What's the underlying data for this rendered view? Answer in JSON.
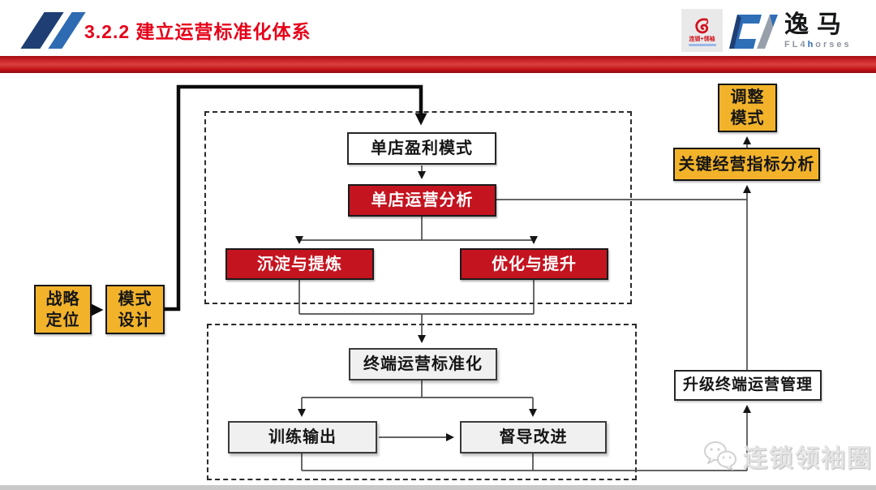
{
  "header": {
    "title": "3.2.2 建立运营标准化体系",
    "logo_small_text": "连锁+领袖",
    "logo_yima_name": "逸马",
    "logo_yima_sub_gray1": "FL4",
    "logo_yima_sub_blue": "h",
    "logo_yima_sub_gray2": "orses"
  },
  "colors": {
    "title_red": "#e60018",
    "bar_red": "#c01218",
    "node_yellow": "#f2b32b",
    "node_red": "#c41420",
    "node_gray": "#f0f0f0",
    "logo_blue_dark": "#1f3f74",
    "logo_blue": "#2e6bb2"
  },
  "nodes": {
    "strategy": {
      "label": "战略\n定位"
    },
    "design": {
      "label": "模式\n设计"
    },
    "profit": {
      "label": "单店盈利模式"
    },
    "analysis": {
      "label": "单店运营分析"
    },
    "distill": {
      "label": "沉淀与提炼"
    },
    "optimize": {
      "label": "优化与提升"
    },
    "standard": {
      "label": "终端运营标准化"
    },
    "training": {
      "label": "训练输出"
    },
    "supervise": {
      "label": "督导改进"
    },
    "adjust": {
      "label": "调整\n模式"
    },
    "kpi": {
      "label": "关键经营指标分析"
    },
    "upgrade": {
      "label": "升级终端运营管理"
    }
  },
  "watermark": {
    "text": "连锁领袖圈",
    "icon": "wechat-bubbles-icon"
  }
}
